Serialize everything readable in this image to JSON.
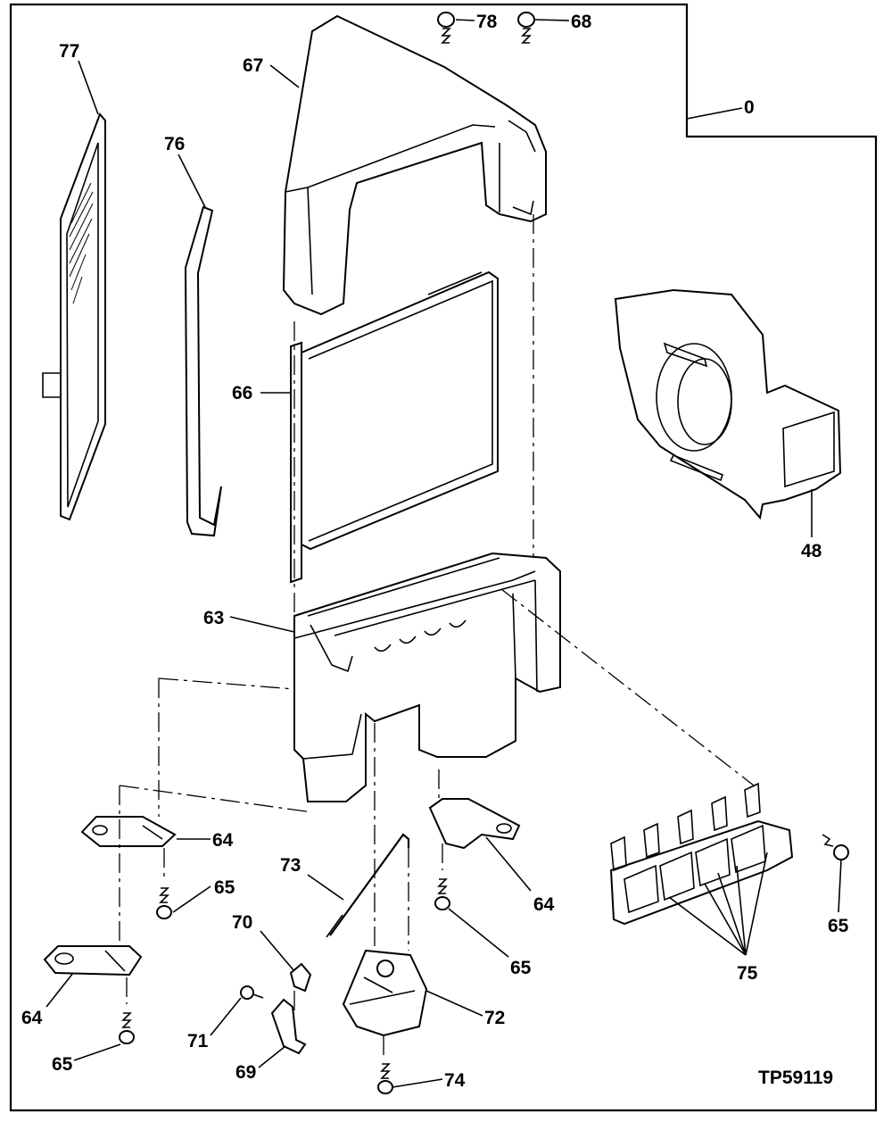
{
  "callouts": {
    "c0": "0",
    "c48": "48",
    "c63": "63",
    "c64a": "64",
    "c64b": "64",
    "c64c": "64",
    "c65a": "65",
    "c65b": "65",
    "c65c": "65",
    "c65d": "65",
    "c66": "66",
    "c67": "67",
    "c68": "68",
    "c69": "69",
    "c70": "70",
    "c71": "71",
    "c72": "72",
    "c73": "73",
    "c74": "74",
    "c75": "75",
    "c76": "76",
    "c77": "77",
    "c78": "78"
  },
  "figure_code": "TP59119"
}
